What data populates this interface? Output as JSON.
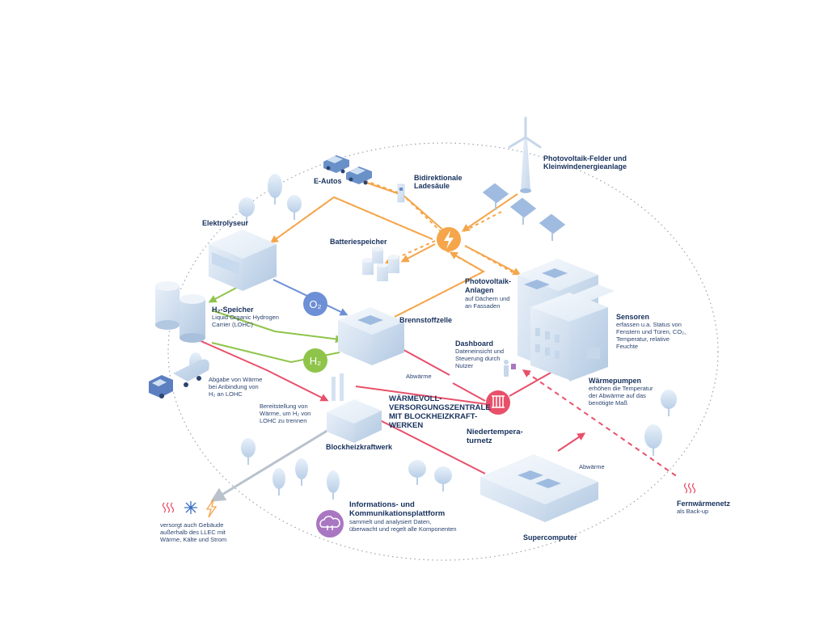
{
  "labels": {
    "e_autos": "E-Autos",
    "ladesaeule_1": "Bidirektionale",
    "ladesaeule_2": "Ladesäule",
    "pv_felder_1": "Photovoltaik-Felder und",
    "pv_felder_2": "Kleinwindenergieanlage",
    "elektrolyseur": "Elektrolyseur",
    "batteriespeicher": "Batteriespeicher",
    "pv_anlagen_title": "Photovoltaik-\nAnlagen",
    "pv_anlagen_sub": "auf Dächern und\nan Fassaden",
    "h2_speicher_title": "H₂-Speicher",
    "h2_speicher_sub": "Liquid Organic Hydrogen\nCarrier (LOHC)",
    "brennstoffzelle": "Brennstoffzelle",
    "sensoren_title": "Sensoren",
    "sensoren_sub": "erfassen u.a. Status von\nFenstern und Türen, CO₂,\nTemperatur, relative\nFeuchte",
    "dashboard_title": "Dashboard",
    "dashboard_sub": "Dateneinsicht und\nSteuerung durch\nNutzer",
    "abgabe_waerme": "Abgabe von Wärme\nbei Anbindung von\nH₂ an LOHC",
    "abwaerme_1": "Abwärme",
    "waermepumpen_title": "Wärmepumpen",
    "waermepumpen_sub": "erhöhen die Temperatur\nder Abwärme auf das\nbenötigte Maß",
    "zentrale": "WÄRMEVOLL-\nVERSORGUNGSZENTRALE\nMIT BLOCKHEIZKRAFT-\nWERKEN",
    "bereitstellung": "Bereitstellung von\nWärme, um H₂ von\nLOHC zu trennen",
    "niedertemperatur": "Niedertempera-\nturnetz",
    "blockheizkraftwerk": "Blockheizkraftwerk",
    "abwaerme_2": "Abwärme",
    "info_title": "Informations- und\nKommunikationsplattform",
    "info_sub": "sammelt und analysiert Daten,\nüberwacht und regelt alle Komponenten",
    "fernwaermenetz_title": "Fernwärmenetz",
    "fernwaermenetz_sub": "als Back-up",
    "versorgt": "versorgt auch Gebäude\naußerhalb des LLEC mit\nWärme, Kälte und Strom",
    "supercomputer": "Supercomputer"
  },
  "badges": {
    "o2": "O₂",
    "h2": "H₂"
  },
  "colors": {
    "electric": "#f5a54a",
    "oxygen": "#6d8fd6",
    "hydrogen": "#8fc44a",
    "heat": "#e8506a",
    "grey_line": "#b9c2cc",
    "platform": "#a977c2",
    "text": "#1f3a6b"
  },
  "icons": [
    "lightning-icon",
    "heat-icon",
    "o2-badge",
    "h2-badge",
    "cloud-network-icon",
    "heat-waves-icon",
    "snowflake-icon"
  ]
}
